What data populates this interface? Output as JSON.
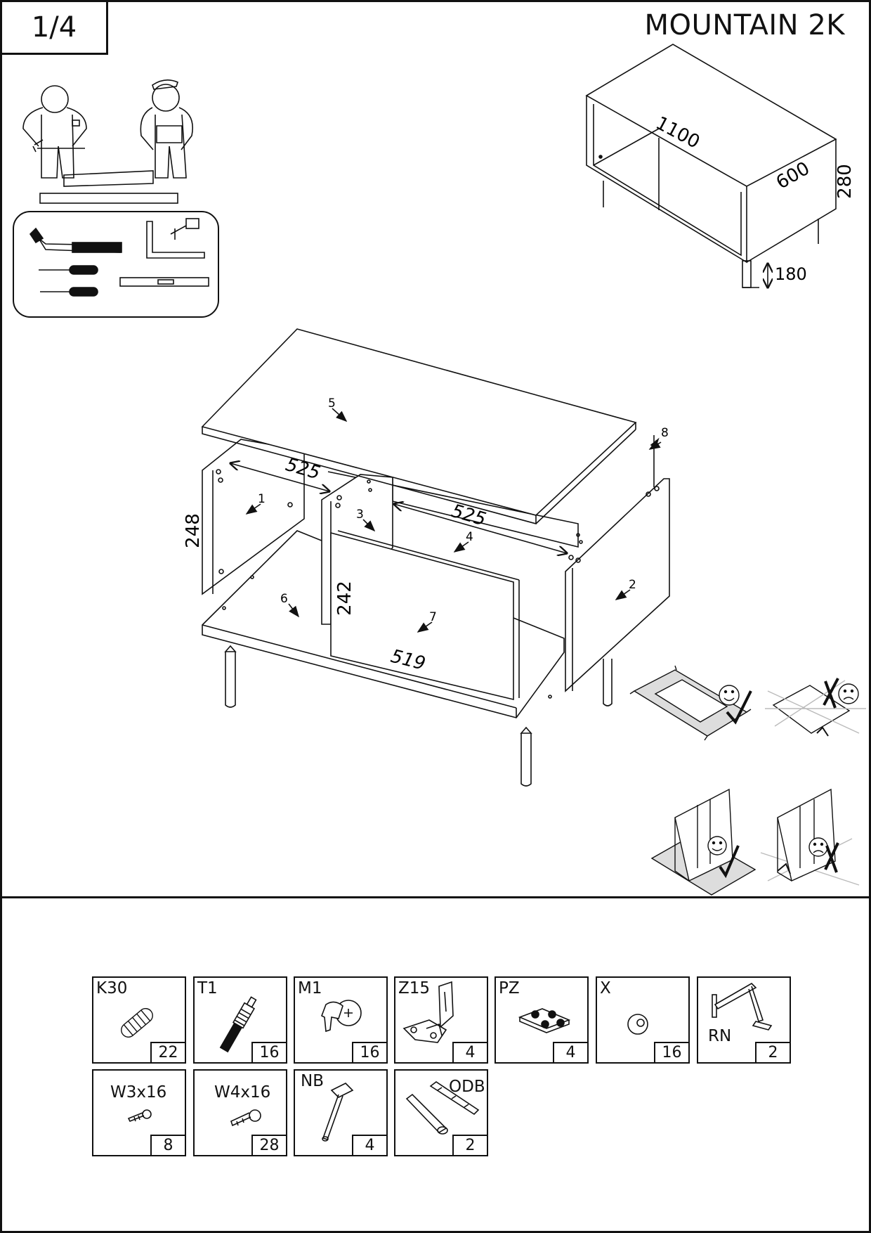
{
  "header": {
    "page_number": "1/4",
    "title": "MOUNTAIN 2K"
  },
  "overview": {
    "length": "1100",
    "depth": "600",
    "height": "280",
    "leg_height": "180"
  },
  "assembly": {
    "parts": [
      "1",
      "2",
      "3",
      "4",
      "5",
      "6",
      "7",
      "8"
    ],
    "dimensions": {
      "span_left": "525",
      "span_right": "525",
      "side_height": "248",
      "front_height": "242",
      "front_width": "519"
    }
  },
  "hardware": [
    {
      "code": "K30",
      "qty": "22",
      "icon": "dowel-icon"
    },
    {
      "code": "T1",
      "qty": "16",
      "icon": "connector-bolt-icon"
    },
    {
      "code": "M1",
      "qty": "16",
      "icon": "cam-lock-icon"
    },
    {
      "code": "Z15",
      "qty": "4",
      "icon": "hinge-icon"
    },
    {
      "code": "PZ",
      "qty": "4",
      "icon": "mounting-plate-icon"
    },
    {
      "code": "X",
      "qty": "16",
      "icon": "cap-icon"
    },
    {
      "code": "RN",
      "qty": "2",
      "icon": "lid-stay-icon"
    },
    {
      "code": "W3x16",
      "qty": "8",
      "icon": "screw-icon"
    },
    {
      "code": "W4x16",
      "qty": "28",
      "icon": "screw-icon"
    },
    {
      "code": "NB",
      "qty": "4",
      "icon": "leg-icon"
    },
    {
      "code": "ODB",
      "qty": "2",
      "icon": "buffer-icon"
    }
  ]
}
